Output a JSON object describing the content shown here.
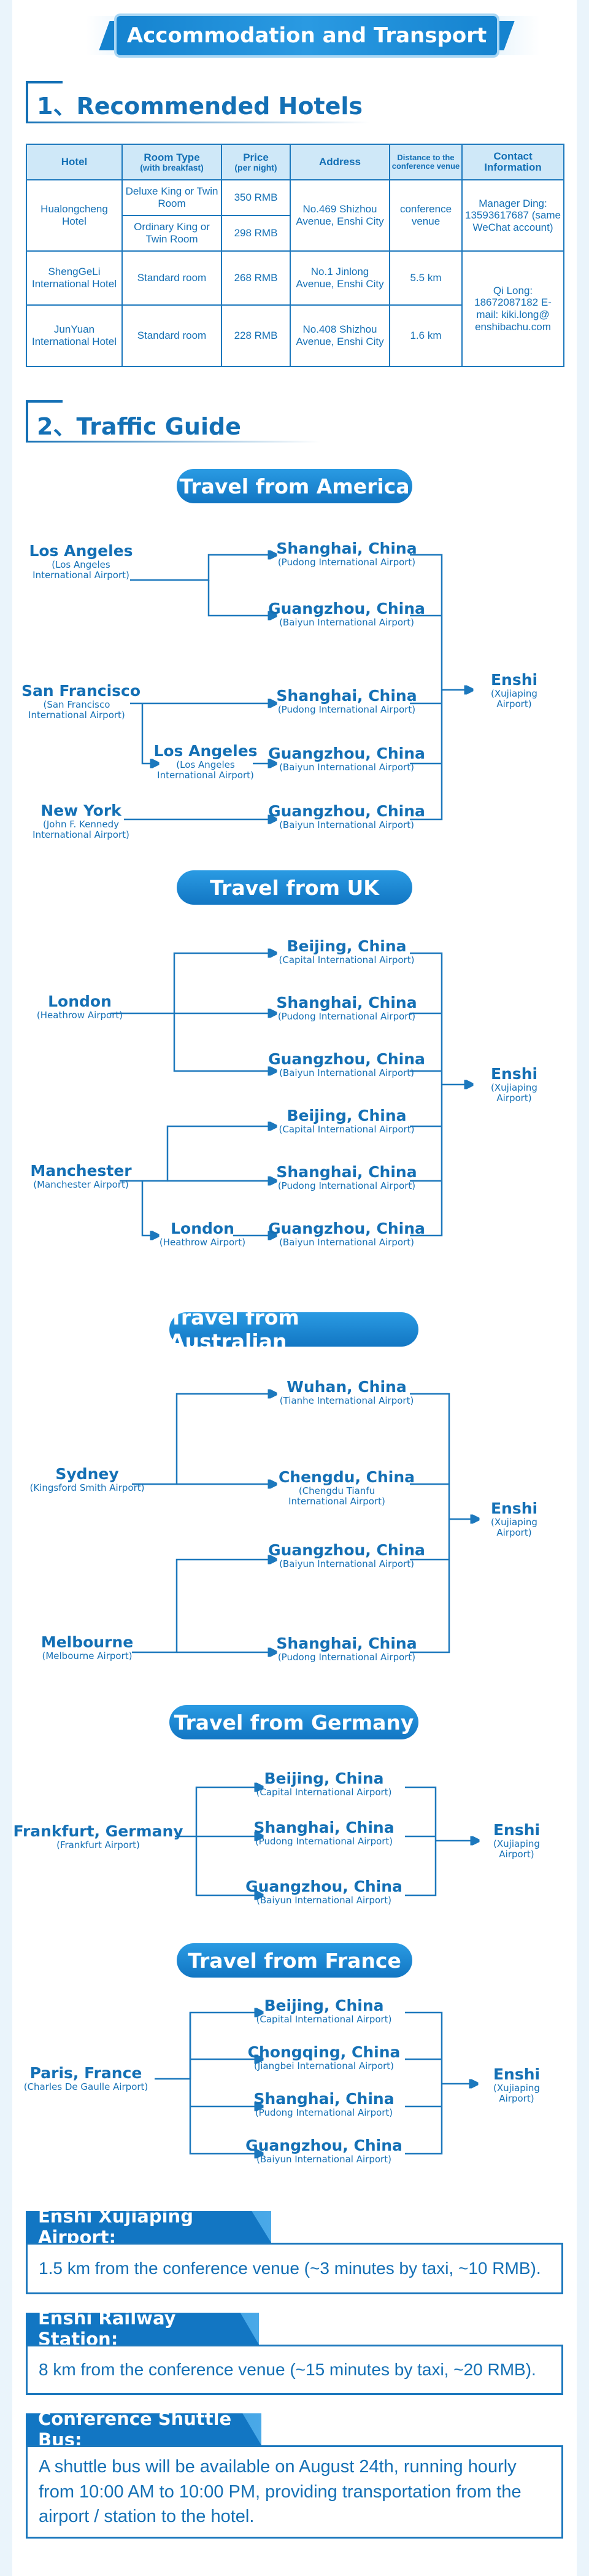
{
  "banner": {
    "title": "Accommodation and Transport"
  },
  "section1": {
    "title": "1、Recommended Hotels"
  },
  "hotels": {
    "headers": [
      {
        "main": "Hotel",
        "sub": ""
      },
      {
        "main": "Room Type",
        "sub": "(with breakfast)"
      },
      {
        "main": "Price",
        "sub": "(per night)"
      },
      {
        "main": "Address",
        "sub": ""
      },
      {
        "main": "Distance to the conference venue",
        "sub": ""
      },
      {
        "main": "Contact Information",
        "sub": ""
      }
    ],
    "h1": {
      "name": "Hualongcheng Hotel",
      "room1": "Deluxe King or Twin Room",
      "price1": "350 RMB",
      "room2": "Ordinary King or Twin Room",
      "price2": "298 RMB",
      "address": "No.469 Shizhou Avenue, Enshi City",
      "distance": "conference venue",
      "contact": "Manager Ding: 13593617687 (same WeChat account)"
    },
    "h2": {
      "name": "ShengGeLi International Hotel",
      "room": "Standard room",
      "price": "268 RMB",
      "address": "No.1 Jinlong Avenue, Enshi City",
      "distance": "5.5 km"
    },
    "h3": {
      "name": "JunYuan International Hotel",
      "room": "Standard room",
      "price": "228 RMB",
      "address": "No.408 Shizhou Avenue, Enshi City",
      "distance": "1.6 km"
    },
    "contact23": "Qi Long: 18672087182 E-mail: kiki.long@ enshibachu.com"
  },
  "section2": {
    "title": "2、Traffic Guide"
  },
  "america": {
    "title": "Travel from America",
    "la": {
      "name": "Los Angeles",
      "sub": "(Los Angeles International Airport)"
    },
    "sha1": {
      "name": "Shanghai, China",
      "sub": "(Pudong International Airport)"
    },
    "gz1": {
      "name": "Guangzhou, China",
      "sub": "(Baiyun International Airport)"
    },
    "sf": {
      "name": "San Francisco",
      "sub": "(San Francisco International Airport)"
    },
    "sha2": {
      "name": "Shanghai, China",
      "sub": "(Pudong International Airport)"
    },
    "la2": {
      "name": "Los Angeles",
      "sub": "(Los Angeles International Airport)"
    },
    "gz2": {
      "name": "Guangzhou, China",
      "sub": "(Baiyun International Airport)"
    },
    "ny": {
      "name": "New York",
      "sub": "(John F. Kennedy International Airport)"
    },
    "gz3": {
      "name": "Guangzhou, China",
      "sub": "(Baiyun International Airport)"
    },
    "enshi": {
      "name": "Enshi",
      "sub": "(Xujiaping Airport)"
    }
  },
  "uk": {
    "title": "Travel from UK",
    "london": {
      "name": "London",
      "sub": "(Heathrow Airport)"
    },
    "bj1": {
      "name": "Beijing, China",
      "sub": "(Capital International Airport)"
    },
    "sha1": {
      "name": "Shanghai, China",
      "sub": "(Pudong International Airport)"
    },
    "gz1": {
      "name": "Guangzhou, China",
      "sub": "(Baiyun International Airport)"
    },
    "man": {
      "name": "Manchester",
      "sub": "(Manchester Airport)"
    },
    "bj2": {
      "name": "Beijing, China",
      "sub": "(Capital International Airport)"
    },
    "sha2": {
      "name": "Shanghai, China",
      "sub": "(Pudong International Airport)"
    },
    "london2": {
      "name": "London",
      "sub": "(Heathrow Airport)"
    },
    "gz2": {
      "name": "Guangzhou, China",
      "sub": "(Baiyun International Airport)"
    },
    "enshi": {
      "name": "Enshi",
      "sub": "(Xujiaping Airport)"
    }
  },
  "australia": {
    "title": "Travel from Australian",
    "syd": {
      "name": "Sydney",
      "sub": "(Kingsford Smith Airport)"
    },
    "wuhan": {
      "name": "Wuhan, China",
      "sub": "(Tianhe International Airport)"
    },
    "cd": {
      "name": "Chengdu, China",
      "sub": "(Chengdu Tianfu International Airport)"
    },
    "mel": {
      "name": "Melbourne",
      "sub": "(Melbourne Airport)"
    },
    "gz": {
      "name": "Guangzhou, China",
      "sub": "(Baiyun International Airport)"
    },
    "sha": {
      "name": "Shanghai, China",
      "sub": "(Pudong International Airport)"
    },
    "enshi": {
      "name": "Enshi",
      "sub": "(Xujiaping Airport)"
    }
  },
  "germany": {
    "title": "Travel from Germany",
    "fra": {
      "name": "Frankfurt, Germany",
      "sub": "(Frankfurt Airport)"
    },
    "bj": {
      "name": "Beijing, China",
      "sub": "(Capital International Airport)"
    },
    "sha": {
      "name": "Shanghai, China",
      "sub": "(Pudong International Airport)"
    },
    "gz": {
      "name": "Guangzhou, China",
      "sub": "(Baiyun International Airport)"
    },
    "enshi": {
      "name": "Enshi",
      "sub": "(Xujiaping Airport)"
    }
  },
  "france": {
    "title": "Travel from France",
    "par": {
      "name": "Paris, France",
      "sub": "(Charles De Gaulle Airport)"
    },
    "bj": {
      "name": "Beijing, China",
      "sub": "(Capital International Airport)"
    },
    "cq": {
      "name": "Chongqing, China",
      "sub": "(Jiangbei International Airport)"
    },
    "sha": {
      "name": "Shanghai, China",
      "sub": "(Pudong International Airport)"
    },
    "gz": {
      "name": "Guangzhou, China",
      "sub": "(Baiyun International Airport)"
    },
    "enshi": {
      "name": "Enshi",
      "sub": "(Xujiaping Airport)"
    }
  },
  "info": {
    "airport": {
      "label": "Enshi Xujiaping Airport:",
      "text": "1.5 km from the conference venue (~3 minutes by taxi, ~10 RMB)."
    },
    "railway": {
      "label": "Enshi Railway Station:",
      "text": "8 km from the conference venue (~15 minutes by taxi, ~20 RMB)."
    },
    "shuttle": {
      "label": "Conference Shuttle Bus:",
      "text": "A shuttle bus will be available on August 24th, running hourly from 10:00 AM to 10:00 PM, providing transportation from the airport / station to the hotel."
    }
  },
  "colors": {
    "primary": "#1470b5",
    "accent": "#1c86d1",
    "header_bg": "#cfe8f8",
    "page_bg": "#eaf4fb"
  }
}
